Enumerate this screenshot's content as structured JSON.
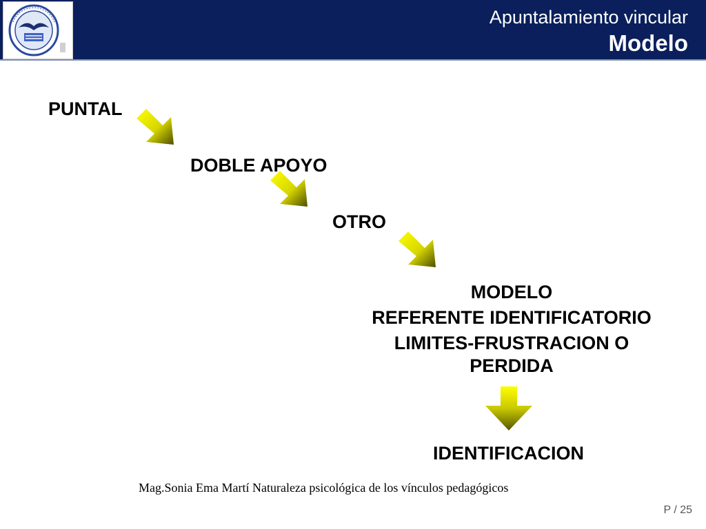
{
  "header": {
    "subtitle": "Apuntalamiento vincular",
    "title": "Modelo",
    "background_color": "#0a1f5c",
    "logo_text": "UNIVERSIDAD NACIONAL DE CUYO · MENDOZA ARGENTINA"
  },
  "diagram": {
    "steps": [
      "PUNTAL",
      "DOBLE APOYO",
      "OTRO"
    ],
    "modelo_lines": [
      "MODELO",
      "REFERENTE IDENTIFICATORIO",
      "LIMITES-FRUSTRACION O",
      "PERDIDA"
    ],
    "result": "IDENTIFICACION",
    "arrow_color": "#e6e600",
    "arrow_icon": "diagonal-down-right-arrow"
  },
  "footer": {
    "credit": "Mag.Sonia Ema Martí  Naturaleza psicológica de los vínculos pedagógicos",
    "page": "P / 25"
  }
}
